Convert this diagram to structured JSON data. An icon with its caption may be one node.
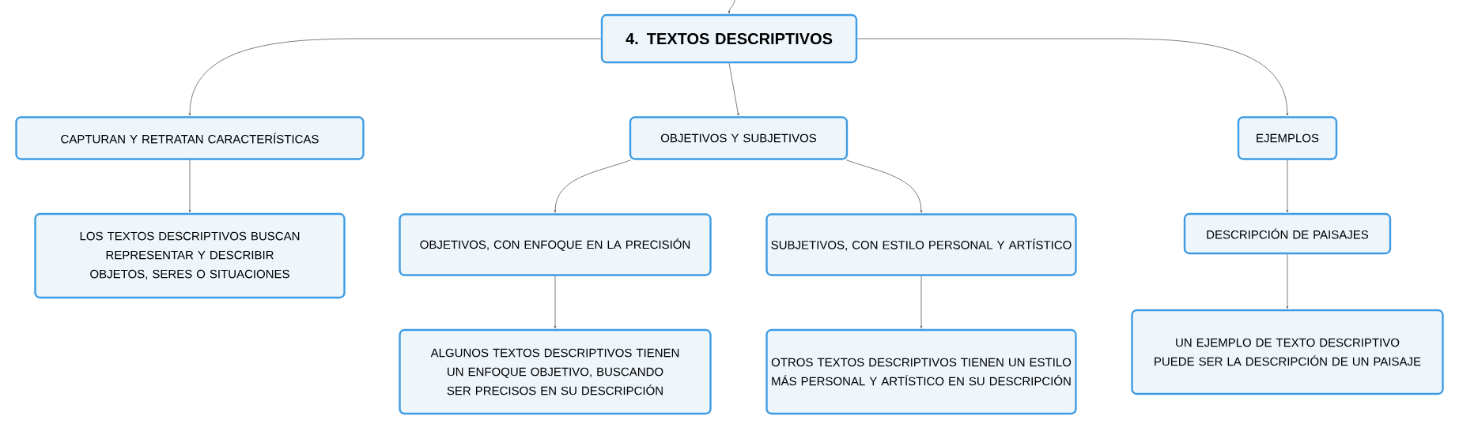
{
  "diagram": {
    "nodes": [
      {
        "text": [
          "4. TEXTOS DESCRIPTIVOS"
        ]
      },
      {
        "text": [
          "CAPTURAN Y RETRATAN CARACTERÍSTICAS"
        ]
      },
      {
        "text": [
          "OBJETIVOS Y SUBJETIVOS"
        ]
      },
      {
        "text": [
          "EJEMPLOS"
        ]
      },
      {
        "text": [
          "LOS TEXTOS DESCRIPTIVOS BUSCAN REPRESENTAR Y DESCRIBIR OBJETOS, SERES O SITUACIONES"
        ]
      },
      {
        "text": [
          "OBJETIVOS, CON ENFOQUE EN LA PRECISIÓN"
        ]
      },
      {
        "text": [
          "SUBJETIVOS, CON ESTILO PERSONAL Y ARTÍSTICO"
        ]
      },
      {
        "text": [
          "DESCRIPCIÓN DE PAISAJES"
        ]
      },
      {
        "text": [
          "ALGUNOS TEXTOS DESCRIPTIVOS TIENEN UN ENFOQUE OBJETIVO, BUSCANDO SER PRECISOS EN SU DESCRIPCIÓN"
        ]
      },
      {
        "text": [
          "OTROS TEXTOS DESCRIPTIVOS TIENEN UN ESTILO MÁS PERSONAL Y ARTÍSTICO EN SU DESCRIPCIÓN"
        ]
      },
      {
        "text": [
          "UN EJEMPLO DE TEXTO DESCRIPTIVO PUEDE SER LA DESCRIPCIÓN DE UN PAISAJE"
        ]
      }
    ],
    "edges": [
      {
        "from": null,
        "to": 0,
        "arrow": "to"
      },
      {
        "from": 0,
        "to": 1,
        "arrow": "to"
      },
      {
        "from": 0,
        "to": 2,
        "arrow": "to"
      },
      {
        "from": 0,
        "to": 3,
        "arrow": "to"
      },
      {
        "from": 1,
        "to": 4,
        "arrow": "to"
      },
      {
        "from": 2,
        "to": 5,
        "arrow": "to"
      },
      {
        "from": 2,
        "to": 6,
        "arrow": "to"
      },
      {
        "from": 3,
        "to": 7,
        "arrow": "to"
      },
      {
        "from": 5,
        "to": 8,
        "arrow": "to"
      },
      {
        "from": 6,
        "to": 9,
        "arrow": "to"
      },
      {
        "from": 7,
        "to": 10,
        "arrow": "to"
      }
    ]
  }
}
